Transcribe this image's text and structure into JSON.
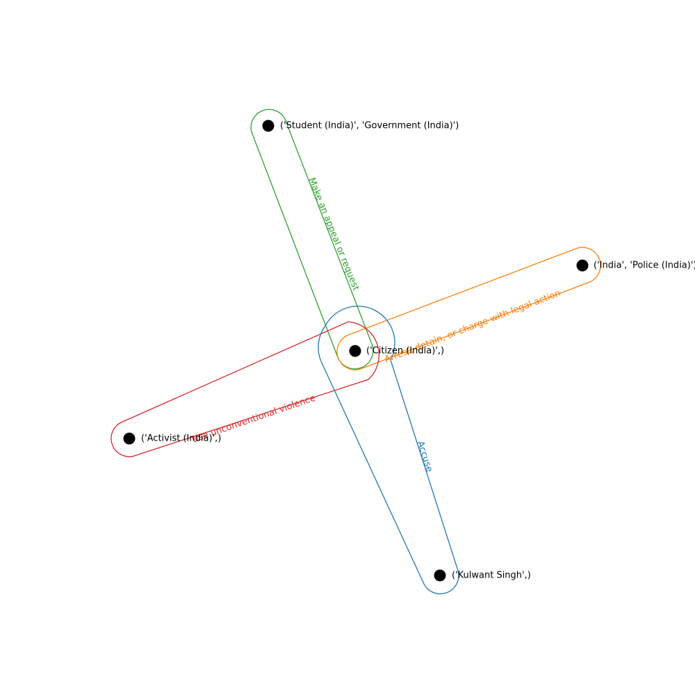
{
  "nodes": [
    {
      "id": "student_gov",
      "label": "('Student (India)', 'Government (India)')"
    },
    {
      "id": "india_police",
      "label": "('India', 'Police (India)')"
    },
    {
      "id": "citizen",
      "label": "('Citizen (India)',)"
    },
    {
      "id": "activist",
      "label": "('Activist (India)',)"
    },
    {
      "id": "kulwant",
      "label": "('Kulwant Singh',)"
    }
  ],
  "edges": [
    {
      "id": "appeal",
      "label": "Make an appeal or request",
      "color": "#2ca02c"
    },
    {
      "id": "arrest",
      "label": "Arrest, detain, or charge with legal action",
      "color": "#ff7f0e"
    },
    {
      "id": "violence",
      "label": "Use unconventional violence",
      "color": "#d62728"
    },
    {
      "id": "accuse",
      "label": "Accuse",
      "color": "#1f77b4"
    }
  ]
}
